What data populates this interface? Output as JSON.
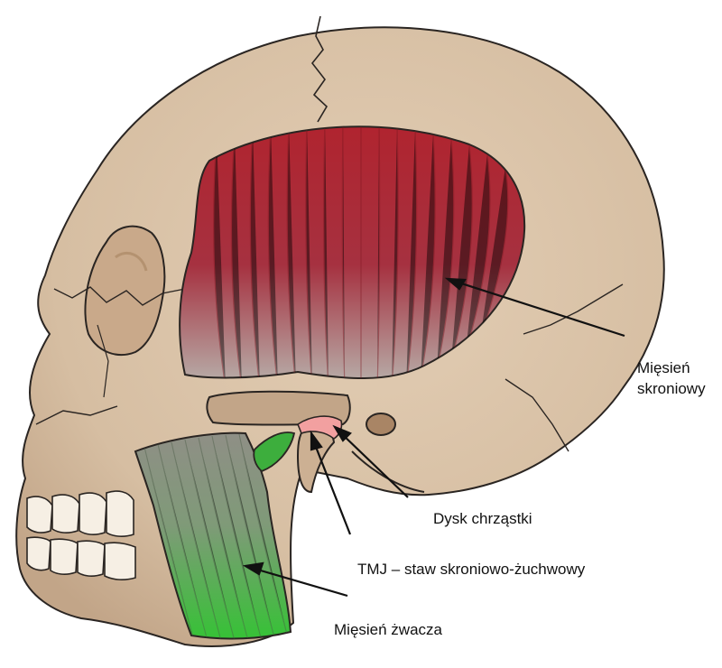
{
  "labels": {
    "temporalis": {
      "line1": "Mięsień",
      "line2": "skroniowy"
    },
    "disc": "Dysk chrząstki",
    "tmj": "TMJ – staw skroniowo-żuchwowy",
    "masseter": "Mięsień żwacza"
  },
  "colors": {
    "bone": "#d9c2a8",
    "bone_shadow": "#b89a7b",
    "outline": "#2a2522",
    "temporalis": "#b0242f",
    "masseter": "#3dbd3d",
    "disc": "#f2a0a0",
    "teeth": "#f6efe4"
  }
}
